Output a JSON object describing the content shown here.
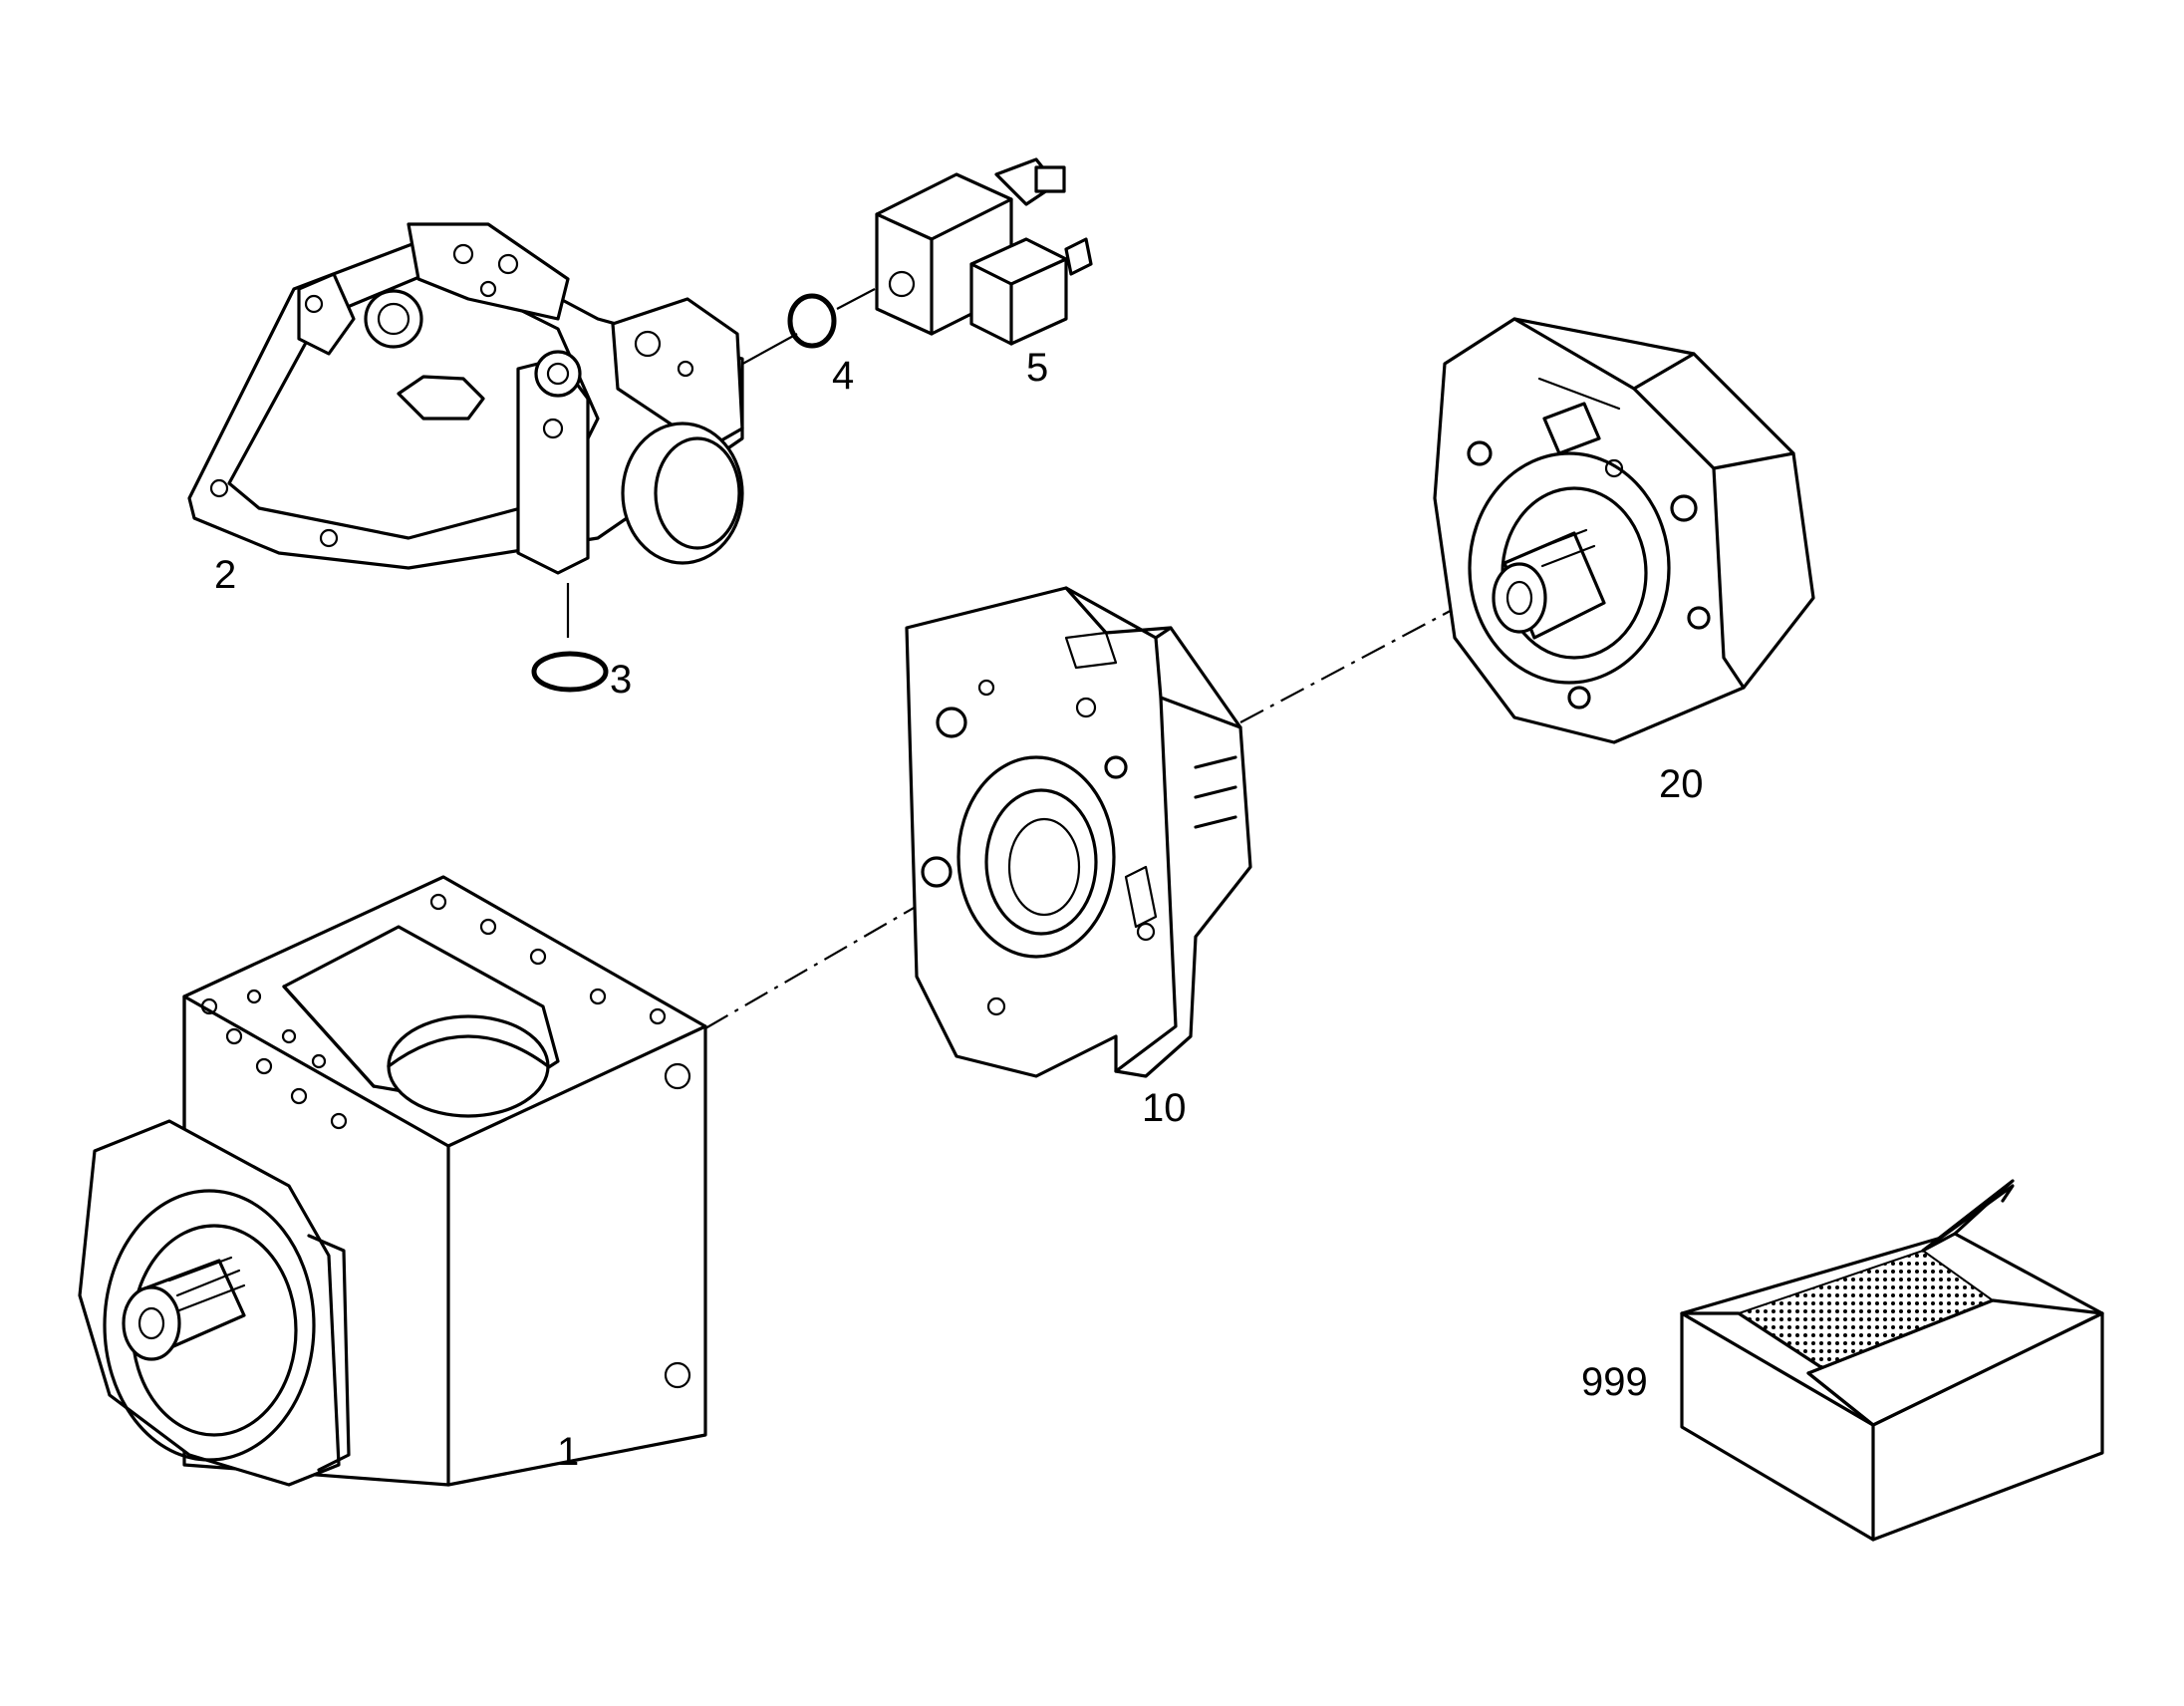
{
  "callouts": {
    "p1": "1",
    "p2": "2",
    "p3": "3",
    "p4": "4",
    "p5": "5",
    "p10": "10",
    "p20": "20",
    "p999": "999"
  },
  "colors": {
    "ink": "#000000",
    "paper": "#ffffff"
  }
}
